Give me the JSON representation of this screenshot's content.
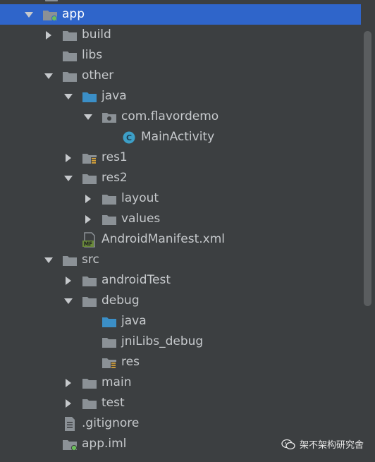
{
  "tree": [
    {
      "label": "app",
      "arrow": "down",
      "icon": "module-folder-icon",
      "indent": 1,
      "selected": true
    },
    {
      "label": "build",
      "arrow": "right",
      "icon": "folder-icon",
      "indent": 2
    },
    {
      "label": "libs",
      "arrow": "none",
      "icon": "folder-icon",
      "indent": 2
    },
    {
      "label": "other",
      "arrow": "down",
      "icon": "folder-icon",
      "indent": 2
    },
    {
      "label": "java",
      "arrow": "down",
      "icon": "source-folder-icon",
      "indent": 3
    },
    {
      "label": "com.flavordemo",
      "arrow": "down",
      "icon": "package-icon",
      "indent": 4
    },
    {
      "label": "MainActivity",
      "arrow": "none",
      "icon": "class-icon",
      "indent": 5
    },
    {
      "label": "res1",
      "arrow": "right",
      "icon": "resource-folder-icon",
      "indent": 3
    },
    {
      "label": "res2",
      "arrow": "down",
      "icon": "folder-icon",
      "indent": 3
    },
    {
      "label": "layout",
      "arrow": "right",
      "icon": "folder-icon",
      "indent": 4
    },
    {
      "label": "values",
      "arrow": "right",
      "icon": "folder-icon",
      "indent": 4
    },
    {
      "label": "AndroidManifest.xml",
      "arrow": "none",
      "icon": "manifest-file-icon",
      "indent": 3
    },
    {
      "label": "src",
      "arrow": "down",
      "icon": "folder-icon",
      "indent": 2
    },
    {
      "label": "androidTest",
      "arrow": "right",
      "icon": "folder-icon",
      "indent": 3
    },
    {
      "label": "debug",
      "arrow": "down",
      "icon": "folder-icon",
      "indent": 3
    },
    {
      "label": "java",
      "arrow": "none",
      "icon": "source-folder-icon",
      "indent": 4
    },
    {
      "label": "jniLibs_debug",
      "arrow": "none",
      "icon": "folder-icon",
      "indent": 4
    },
    {
      "label": "res",
      "arrow": "none",
      "icon": "resource-folder-icon",
      "indent": 4
    },
    {
      "label": "main",
      "arrow": "right",
      "icon": "folder-icon",
      "indent": 3
    },
    {
      "label": "test",
      "arrow": "right",
      "icon": "folder-icon",
      "indent": 3
    },
    {
      "label": ".gitignore",
      "arrow": "none",
      "icon": "text-file-icon",
      "indent": 2
    },
    {
      "label": "app.iml",
      "arrow": "none",
      "icon": "module-file-icon",
      "indent": 2
    }
  ],
  "watermark": {
    "text": "架不架构研究舍"
  },
  "colors": {
    "background": "#3c3f41",
    "selection": "#2f65ca",
    "folder": "#8b9196",
    "source_folder": "#3b8fc7",
    "text": "#c6c9cc"
  }
}
